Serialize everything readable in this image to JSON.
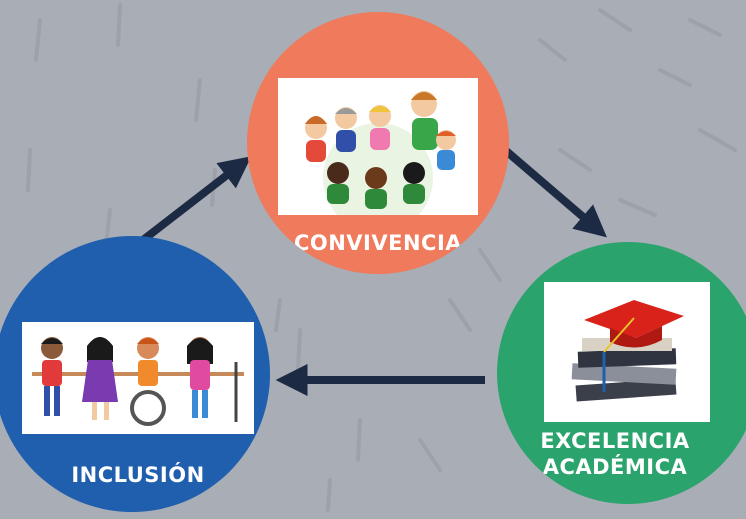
{
  "colors": {
    "background": "#a9adb5",
    "convivencia": "#ef7a5c",
    "excelencia": "#2aa36d",
    "inclusion": "#1f5fae",
    "arrow": "#1c2a44"
  },
  "nodes": {
    "convivencia": {
      "label": "CONVIVENCIA",
      "image": "children-sitting-circle-illustration"
    },
    "excelencia": {
      "label": "EXCELENCIA\nACADÉMICA",
      "image": "graduation-cap-on-books-illustration"
    },
    "inclusion": {
      "label": "INCLUSIÓN",
      "image": "diverse-children-holding-hands-illustration"
    }
  },
  "edges": [
    {
      "from": "inclusion",
      "to": "convivencia"
    },
    {
      "from": "convivencia",
      "to": "excelencia"
    },
    {
      "from": "excelencia",
      "to": "inclusion"
    }
  ]
}
